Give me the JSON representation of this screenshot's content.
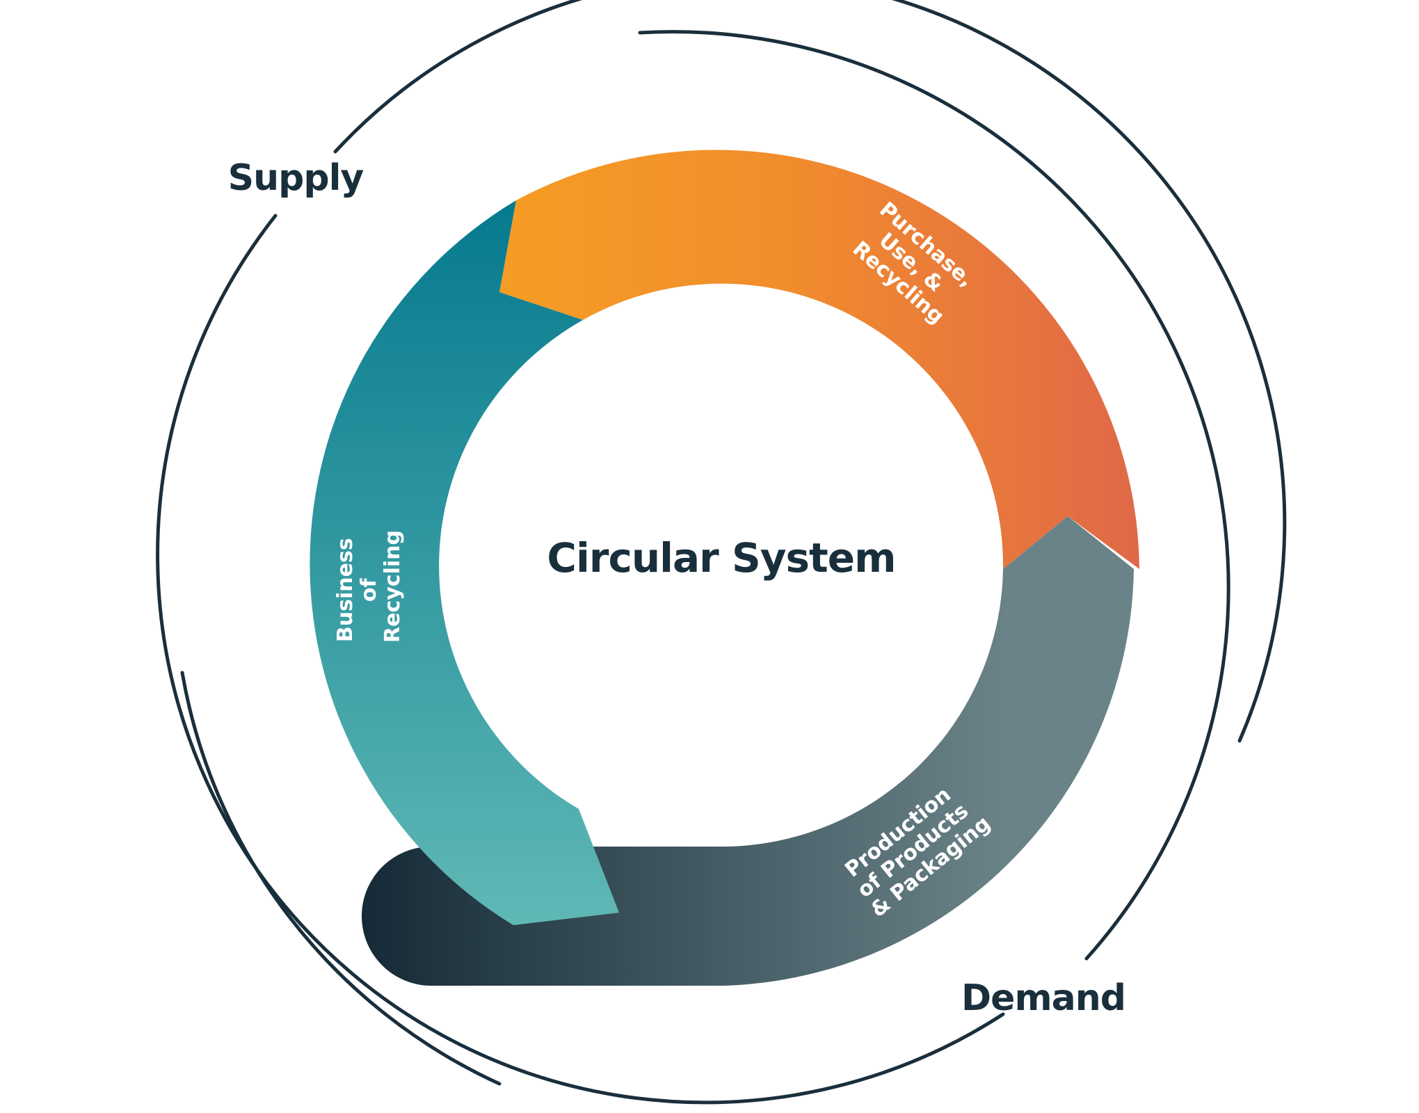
{
  "diagram": {
    "center_label": "Circular System",
    "supply_label": "Supply",
    "demand_label": "Demand",
    "segments": {
      "business": {
        "lines": [
          "Business",
          "of",
          "Recycling"
        ]
      },
      "purchase": {
        "lines": [
          "Purchase,",
          "Use, &",
          "Recycling"
        ]
      },
      "production": {
        "lines": [
          "Production",
          "of Products",
          "& Packaging"
        ]
      }
    },
    "colors": {
      "dark_navy": "#1a2f3c",
      "orange_start": "#f59c24",
      "orange_end": "#e06848",
      "teal_dark": "#067a8e",
      "teal_light": "#60b8b5",
      "slate": "#6a8388",
      "slate_dark": "#152a36",
      "segment_text": "#ffffff"
    }
  }
}
